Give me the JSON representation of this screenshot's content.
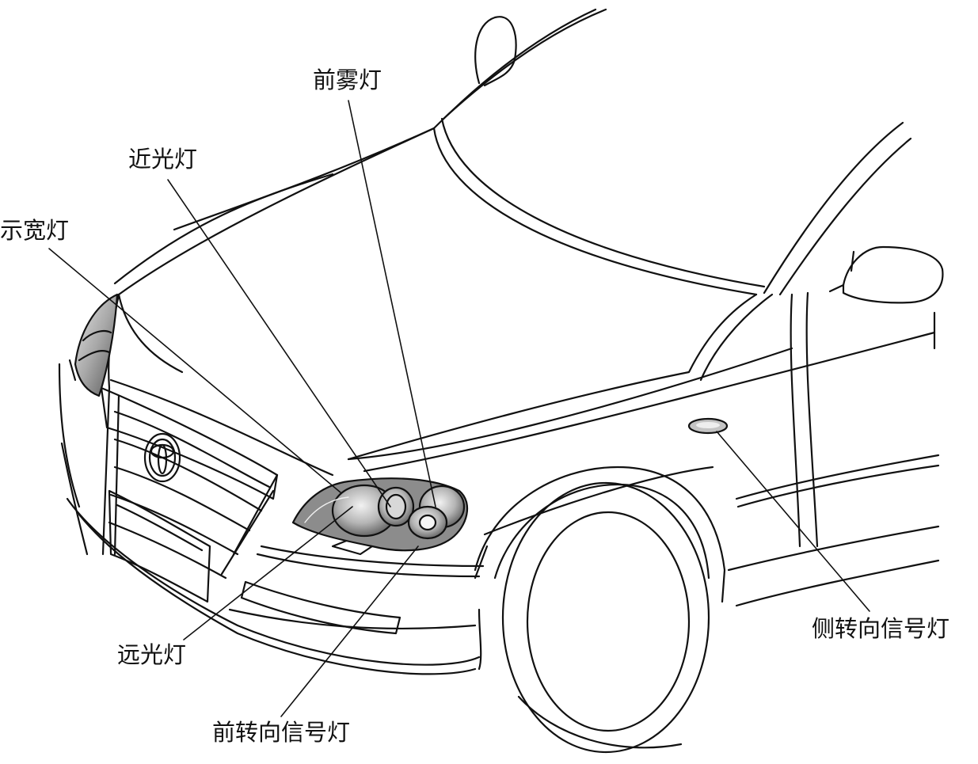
{
  "diagram": {
    "labels": {
      "fog_light": "前雾灯",
      "low_beam": "近光灯",
      "position_light": "示宽灯",
      "high_beam": "远光灯",
      "front_turn_signal": "前转向信号灯",
      "side_turn_signal": "侧转向信号灯"
    },
    "colors": {
      "line": "#111111",
      "lamp_fill": "#bdbdbd",
      "lamp_dark": "#555555",
      "background": "#ffffff"
    }
  }
}
